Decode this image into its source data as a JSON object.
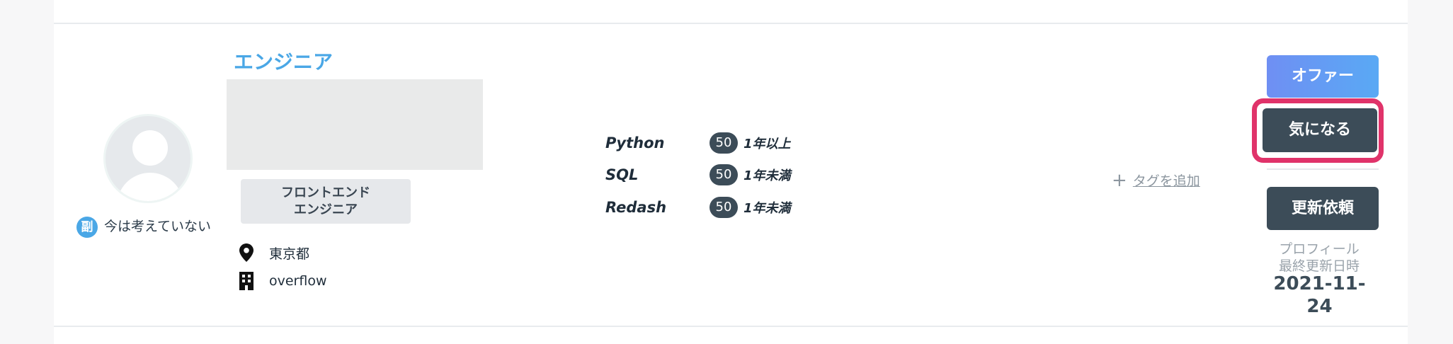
{
  "card": {
    "title": "エンジニア",
    "role_chip": [
      "フロントエンド",
      "エンジニア"
    ],
    "side_badge": "副",
    "side_status": "今は考えていない",
    "location": "東京都",
    "company": "overflow",
    "icons": {
      "avatar": "user-placeholder-icon",
      "location": "map-pin-icon",
      "company": "building-icon",
      "add": "plus-icon"
    }
  },
  "skills": [
    {
      "name": "Python",
      "score": "50",
      "years": "1年以上"
    },
    {
      "name": "SQL",
      "score": "50",
      "years": "1年未満"
    },
    {
      "name": "Redash",
      "score": "50",
      "years": "1年未満"
    }
  ],
  "tags": {
    "add_label": "タグを追加"
  },
  "actions": {
    "offer_label": "オファー",
    "interest_label": "気になる",
    "update_label": "更新依頼"
  },
  "profile": {
    "caption_line1": "プロフィール",
    "caption_line2": "最終更新日時",
    "updated_date": "2021-11-24"
  },
  "colors": {
    "accent_blue": "#4aa7e6",
    "dark_slate": "#3c4c58",
    "highlight": "#e0336a"
  }
}
